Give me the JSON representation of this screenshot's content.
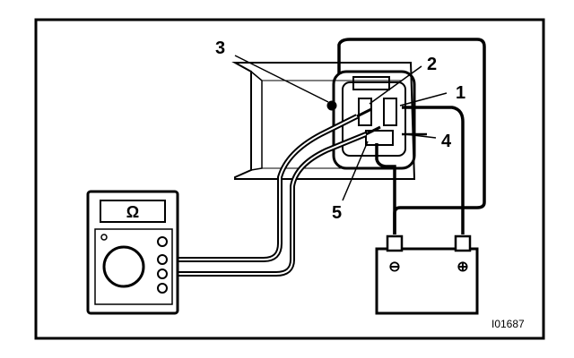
{
  "diagram": {
    "callouts": [
      "1",
      "2",
      "3",
      "4",
      "5"
    ],
    "meter_symbol": "Ω",
    "battery_negative": "⊖",
    "battery_positive": "⊕",
    "figure_code": "I01687"
  },
  "colors": {
    "ink": "#000000",
    "paper": "#ffffff"
  }
}
